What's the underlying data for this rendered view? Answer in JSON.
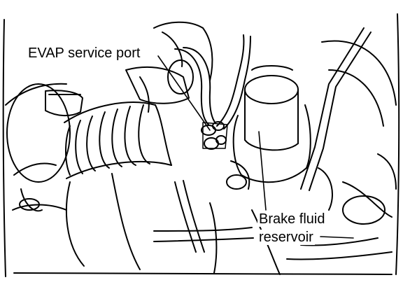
{
  "labels": {
    "evap_port": "EVAP service port",
    "brake_line1": "Brake fluid",
    "brake_line2": "reservoir"
  },
  "colors": {
    "ink": "#000000",
    "paper": "#ffffff"
  }
}
